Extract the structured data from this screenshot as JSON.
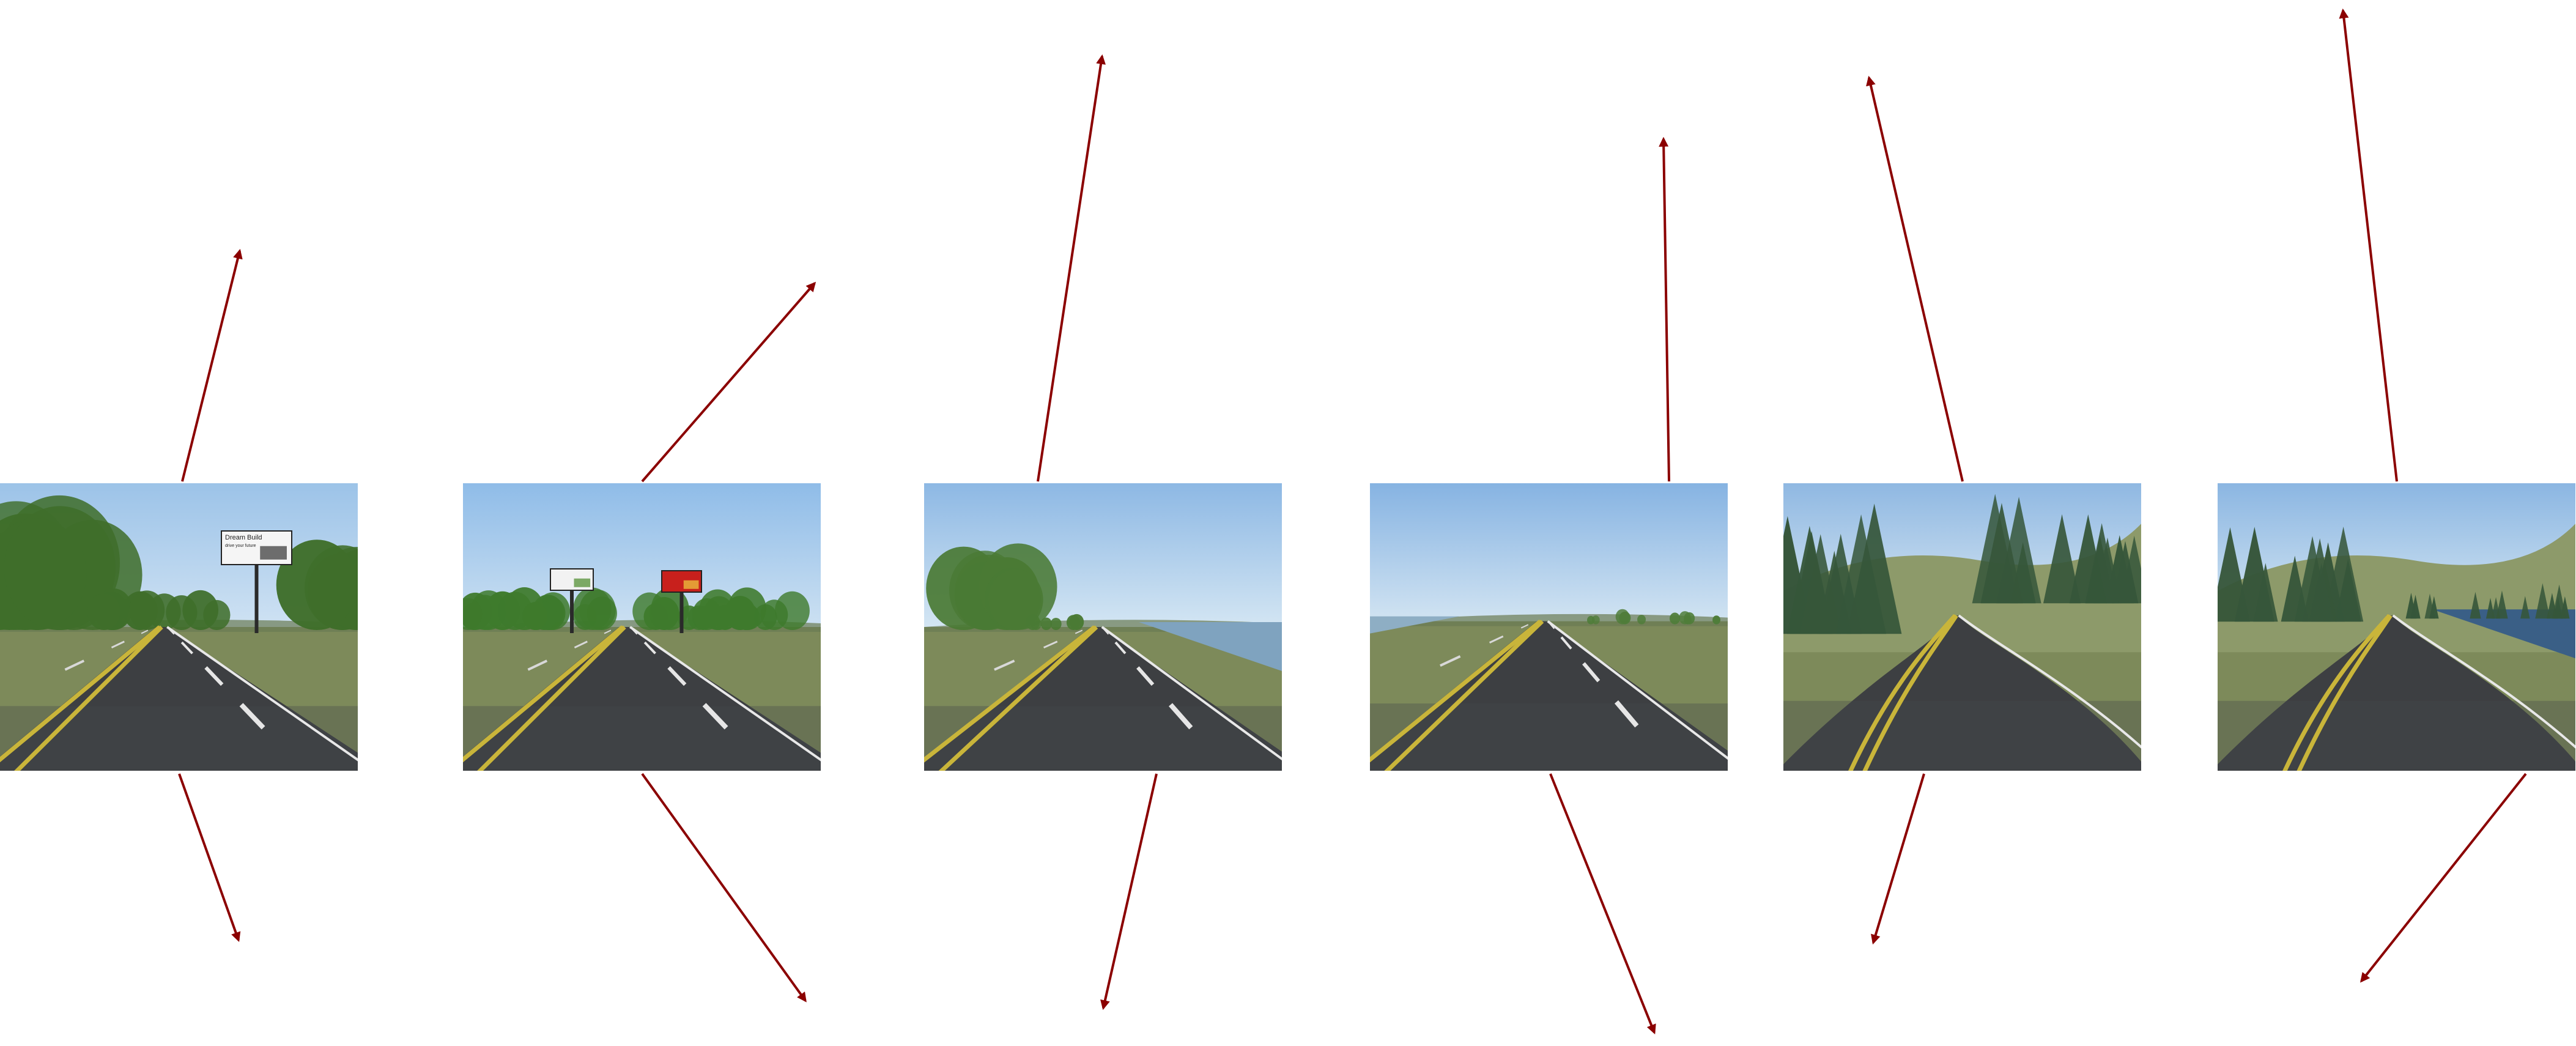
{
  "diagram": {
    "arrow_color": "#8b0000",
    "frames": [
      {
        "scene": "straight-road-billboard",
        "sky": [
          "#9cc3e8",
          "#cfe2f3"
        ],
        "foliage": "#3f6e2a",
        "billboards": [
          {
            "lines": [
              "Dream Build",
              "drive your future"
            ],
            "panel": "#f5f5f5",
            "accent": "#333333"
          }
        ]
      },
      {
        "scene": "straight-road-two-billboards",
        "sky": [
          "#8fbce8",
          "#cde1f2"
        ],
        "foliage": "#3e7a2c",
        "billboards": [
          {
            "lines": [],
            "panel": "#f2f2f2",
            "accent": "#4a8a2a"
          },
          {
            "lines": [],
            "panel": "#c8201c",
            "accent": "#f0d040"
          }
        ]
      },
      {
        "scene": "straight-road-lake-right",
        "sky": [
          "#8db8e4",
          "#d4e6f3"
        ],
        "foliage": "#4a7a34",
        "water": "#7fa3bf"
      },
      {
        "scene": "straight-road-lake-left",
        "sky": [
          "#86b3e2",
          "#d2e4f2"
        ],
        "foliage": "#4f7d3a",
        "water": "#8eaec4"
      },
      {
        "scene": "curving-road-forest",
        "sky": [
          "#8fb8e2",
          "#d6e6f2"
        ],
        "foliage": "#36563a",
        "hill": "#8d9a6a"
      },
      {
        "scene": "curving-road-forest-lake",
        "sky": [
          "#8bb6e2",
          "#d3e5f2"
        ],
        "foliage": "#36563a",
        "hill": "#8d9a6a",
        "water": "#3a5f86"
      }
    ]
  }
}
